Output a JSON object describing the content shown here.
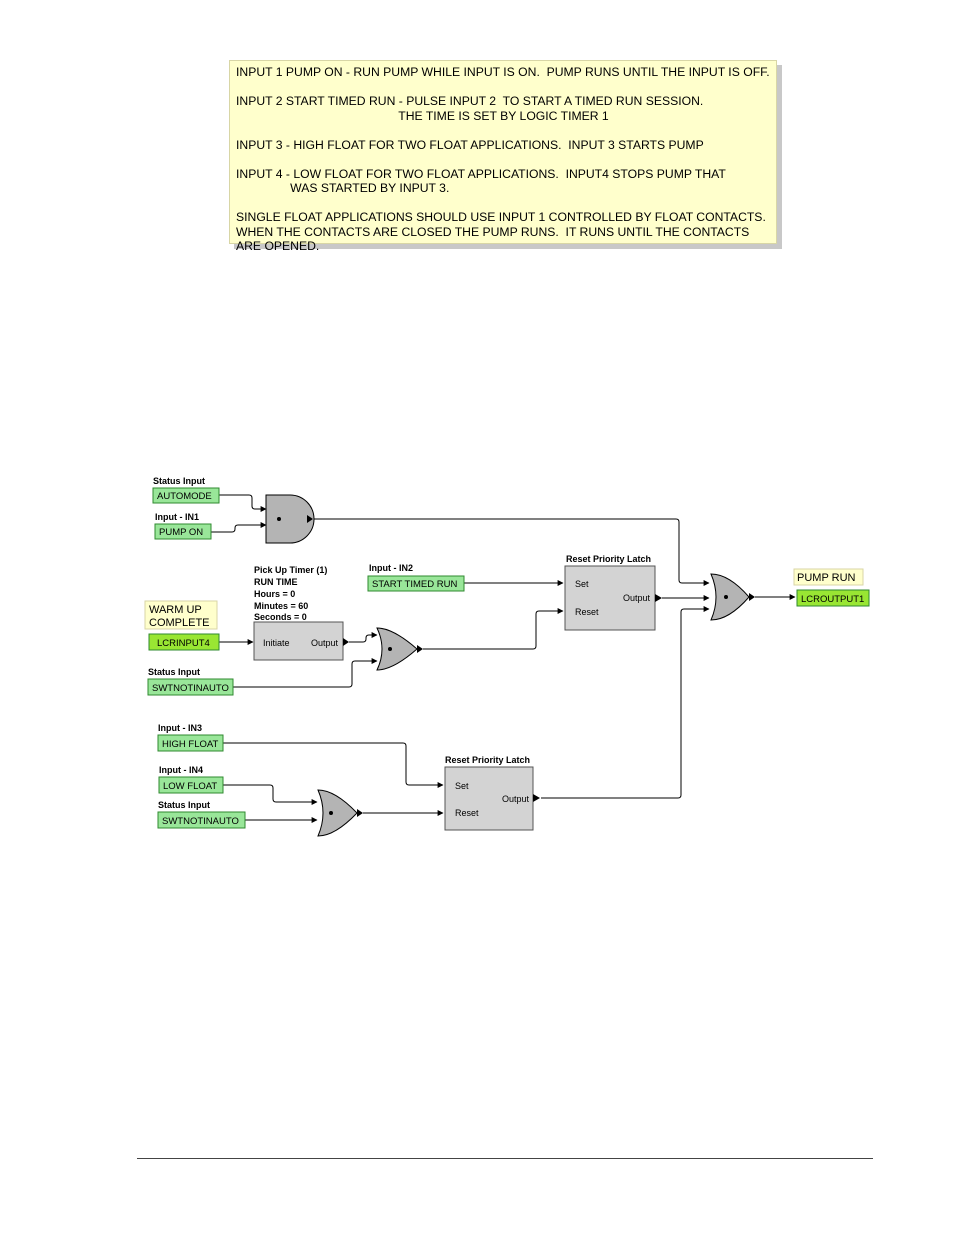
{
  "note": {
    "lines": [
      "INPUT 1 PUMP ON - RUN PUMP WHILE INPUT IS ON.  PUMP RUNS UNTIL THE INPUT IS OFF.",
      "INPUT 2 START TIMED RUN - PULSE INPUT 2  TO START A TIMED RUN SESSION.\n                                                THE TIME IS SET BY LOGIC TIMER 1",
      "INPUT 3 - HIGH FLOAT FOR TWO FLOAT APPLICATIONS.  INPUT 3 STARTS PUMP",
      "INPUT 4 - LOW FLOAT FOR TWO FLOAT APPLICATIONS.  INPUT4 STOPS PUMP THAT\n                WAS STARTED BY INPUT 3.",
      "SINGLE FLOAT APPLICATIONS SHOULD USE INPUT 1 CONTROLLED BY FLOAT CONTACTS.\nWHEN THE CONTACTS ARE CLOSED THE PUMP RUNS.  IT RUNS UNTIL THE CONTACTS\nARE OPENED."
    ]
  },
  "colors": {
    "input_fill": "#99e699",
    "input_border": "#2f8a2f",
    "output_fill": "#99e633",
    "block_fill": "#d3d3d3",
    "gate_fill": "#b4b4b4",
    "label_fill": "#ffffcc",
    "wire": "#000000"
  },
  "inputs": {
    "automode": {
      "caption": "Status Input",
      "tag": "AUTOMODE"
    },
    "pump_on": {
      "caption": "Input - IN1",
      "tag": "PUMP ON"
    },
    "start_timed_run": {
      "caption": "Input - IN2",
      "tag": "START TIMED RUN"
    },
    "lcrinput4": {
      "caption_lines": [
        "WARM UP",
        "COMPLETE"
      ],
      "tag": "LCRINPUT4"
    },
    "swtnotinauto_1": {
      "caption": "Status Input",
      "tag": "SWTNOTINAUTO"
    },
    "high_float": {
      "caption": "Input - IN3",
      "tag": "HIGH FLOAT"
    },
    "low_float": {
      "caption": "Input - IN4",
      "tag": "LOW FLOAT"
    },
    "swtnotinauto_2": {
      "caption": "Status Input",
      "tag": "SWTNOTINAUTO"
    }
  },
  "output": {
    "caption": "PUMP RUN",
    "tag": "LCROUTPUT1"
  },
  "timer": {
    "title_lines": [
      "Pick Up Timer (1)",
      "RUN TIME",
      "Hours = 0",
      "Minutes = 60",
      "Seconds = 0"
    ],
    "input_label": "Initiate",
    "output_label": "Output"
  },
  "latch_1": {
    "title": "Reset Priority Latch",
    "set_label": "Set",
    "reset_label": "Reset",
    "output_label": "Output"
  },
  "latch_2": {
    "title": "Reset Priority Latch",
    "set_label": "Set",
    "reset_label": "Reset",
    "output_label": "Output"
  }
}
